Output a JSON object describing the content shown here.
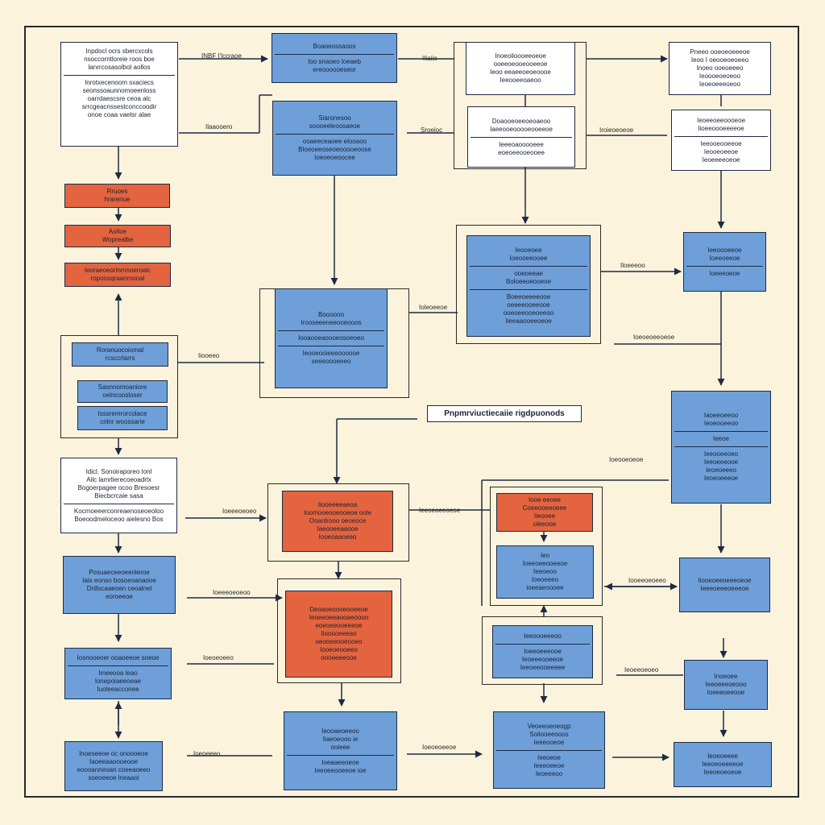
{
  "colors": {
    "background": "#fbf3dc",
    "blue": "#6e9fd9",
    "red": "#e3643f",
    "white": "#ffffff",
    "stroke": "#1e2a44"
  },
  "legend": "Pnpmrviuctiecaiie rigdpuonods",
  "boxes": {
    "A1": {
      "top": [
        "Inpdocl ocrs sbercxcols",
        "nsoccorntloreie roos boe",
        "lanrrcosasolbol aollos"
      ],
      "bottom": [
        "Inrotxecenoom sxaciecs",
        "seonssoaunnomoeenloss",
        "oarrdaescsre ceoa alc",
        "srrcgeacnssestconccoodir",
        "onoe coaa vaelsr alae"
      ]
    },
    "A2": {
      "lines": [
        "Rruoes",
        "hrarenue"
      ]
    },
    "A3": {
      "lines": [
        "Aolloe",
        "Woprealbe"
      ]
    },
    "A4": {
      "lines": [
        "Ieoraeoeorinmnoeroalc",
        "ropoosqraanmooal"
      ]
    },
    "A5": {
      "lines": [
        "Roranuocoiomal",
        "rcsccrlarrs"
      ]
    },
    "A6": {
      "lines": [
        "Sasnnomoaniore",
        "oelncoosloser"
      ]
    },
    "A7": {
      "lines": [
        "Isssremrorcolace",
        "cnlnr woossarie"
      ]
    },
    "A8": {
      "top": [
        "Idicl. Sonoiraporeo Ionl",
        "Ailc lamrlierecoeoadrlx",
        "Bogoerpagee ocoo Bresoesr",
        "Biecbcrcaie sasa"
      ],
      "bottom": [
        "Kocmoeeerconreaenoseoeoloo",
        "Boeoodmeloceoo aielesno Bos"
      ]
    },
    "A9": {
      "lines": [
        "Posuaeceeoeeriieroe",
        "Iais eonso bosoeoanaooe",
        "Dnllscaaeoen ceoalnel",
        "eoroeeoe"
      ]
    },
    "A10": {
      "top": [
        "Iosnooeoer ooaoeeoe soeoe"
      ],
      "bottom": [
        "Imeeooa leao",
        "lonepoiaeeoeae",
        "Iuoleeacconee"
      ]
    },
    "A11": {
      "lines": [
        "Inoeseeoe oc onoooeoe",
        "Iaoeeaaoooeooe",
        "eoooanneoan coeeaoeeo",
        "soeoeeoe lneaaoi"
      ]
    },
    "B1": {
      "top": [
        "Boaoeossaoos"
      ],
      "bottom": [
        "Ioo snaoeo loeaeb",
        "ereoooooeseor"
      ]
    },
    "B2": {
      "top": [
        "Siaronesoo",
        "soooeeleoosaeoe"
      ],
      "bottom": [
        "ooaeeceaoee elooaoo",
        "Bloeoeeoseoeooooeoose",
        "Ioeoeoeoocee"
      ]
    },
    "B3": {
      "top": [
        "Boooooo",
        "Irooseeeneeooeooos"
      ],
      "mid": [
        "Iooaooeaoooeosoeoeo"
      ],
      "bottom": [
        "Ieooeooieeeoooooe",
        "seeeoooeeeo"
      ]
    },
    "B4": {
      "lines": [
        "Iiooeeeeaeoa",
        "Ioomooeooeooeoe oole",
        "Ooanlrooo oeoeoce",
        "Iaeooeeaaooe",
        "Iooeoaaoeeo"
      ]
    },
    "B5": {
      "lines": [
        "Deoaoeoooeooeeoe",
        "Ieoeeoeeaooaeoooo",
        "eoeoeeooeeeoe",
        "Iiooooeeeao",
        "oeooeeooeooeo",
        "Iooeoeooeeo",
        "oooeeeeooe"
      ]
    },
    "B6": {
      "top": [
        "Ieooaeoeeoo",
        "Iiaeoeooo ie",
        "ooieee"
      ],
      "bottom": [
        "Ioeaaeeoeoe",
        "Ieeoeeooeeoe ioe"
      ]
    },
    "C1": {
      "top": [
        "Inoeoiloooeeoeoe",
        "ooeeoeooeooeeoe",
        "Ieoo eeaeeoeoeoooe",
        "Ieeooeeoaeoo"
      ],
      "bottom": [
        "Boloeeoeooeoe",
        "ooeoeeooeoeeoo"
      ]
    },
    "C2": {
      "top": [
        "Doaooeoeeoeoaeoo",
        "Iaeeooeooooeooeeoe",
        "Iieeaaooeeoeoe"
      ],
      "bottom": [
        "Ieeeoaooooeee",
        "eoeoeeooeooee",
        "Boeeoeeeeooe",
        "oeeeeooeeooe"
      ]
    },
    "C3": {
      "lines": [
        "Ieooeoee",
        "Ioeooeeooee",
        "ooeoeeae"
      ]
    },
    "C4": {
      "lines": [
        "Iooe eeoee",
        "Coeeooeeoeee",
        "Iieooee",
        "oleeooe"
      ]
    },
    "C5": {
      "top": [
        "Ieo"
      ],
      "mid": [
        "Ioeeoeeooeeoe"
      ],
      "bottom": [
        "Ieeoeoo",
        "Ioeoeeeo",
        "ioeeaeoooee"
      ]
    },
    "C6": {
      "top": [
        "Veoeeoeoeogp",
        "Soilooeeooos",
        "Ieeeooeoe"
      ],
      "bottom": [
        "Ieeoeoe",
        "Ieeeoeeoe",
        "Ieoeeeoo"
      ]
    },
    "D1": {
      "lines": [
        "Pneeo ooeoeoeeeoe",
        "Ieoo I oeooeoeoeeo",
        "Inoeo ooeoeeeo",
        "Ieoooeoeoeoo",
        "Ieoeoeeeoeoo"
      ]
    },
    "D2": {
      "lines": [
        "Ieoeeoeeoooeoe",
        "Iioeeoooeeeeoe",
        "Ieeooeooeeoe"
      ]
    },
    "D3": {
      "top": [
        "Ieeoooeeeoo",
        "Ioeeoeeeooe"
      ],
      "bottom": [
        "Ieoeeeooeeoe",
        "Ieeoeeooeeeee"
      ]
    },
    "D4": {
      "lines": [
        "Ieooeoeeoe",
        "Ieoeeeeoeoe",
        "Ieeoooeeoe",
        "Ioeeoeeoe"
      ]
    },
    "D5": {
      "top": [
        "Iaoeeoeeoo",
        "Ieoeooeeoo"
      ],
      "mid": [
        "Ieeoe"
      ],
      "bottom": [
        "Ieeooeeoeo",
        "Ieeoeeeooe",
        "Ieoeoeeeo",
        "Ieoeoeeeoe"
      ]
    },
    "D6": {
      "lines": [
        "Iiooeoeeoeeeoeoe",
        "Ieeeoeeeoeeeoe",
        "Ioeeeoeoe"
      ]
    },
    "D7": {
      "lines": [
        "Inoeoee",
        "Ieeoeeeoeooo",
        "Ioeeeoeeooe"
      ]
    },
    "D8": {
      "lines": [
        "Ieoeoeeee",
        "Ieeoeoeeeeoe",
        "Ieeoeoeoeoe"
      ]
    }
  },
  "labels": {
    "l1": "INBF I'lccraoe",
    "l2": "IIiaiio",
    "l3": "Ilaaooero",
    "l4": "Sroeioc",
    "l5": "Iroieoeoeoe",
    "l6": "Iloeeeoo",
    "l7": "Ioleoeeoe",
    "l8": "Ioeoeoeeoeoe",
    "l9": "Iiooeeo",
    "l10": "Ioeooeoeoe",
    "l11": "Ieeoeoeeoeoe",
    "l12": "Ioeeeoeoeo",
    "l13": "Iooeeoeoeeo",
    "l14": "Ioeeeoeoeoo",
    "l15": "Ioeoeoeeo",
    "l16": "Ieoeeoeoeo",
    "l17": "Ioeoeeeo",
    "l18": "Ioeoeoeeoe"
  }
}
